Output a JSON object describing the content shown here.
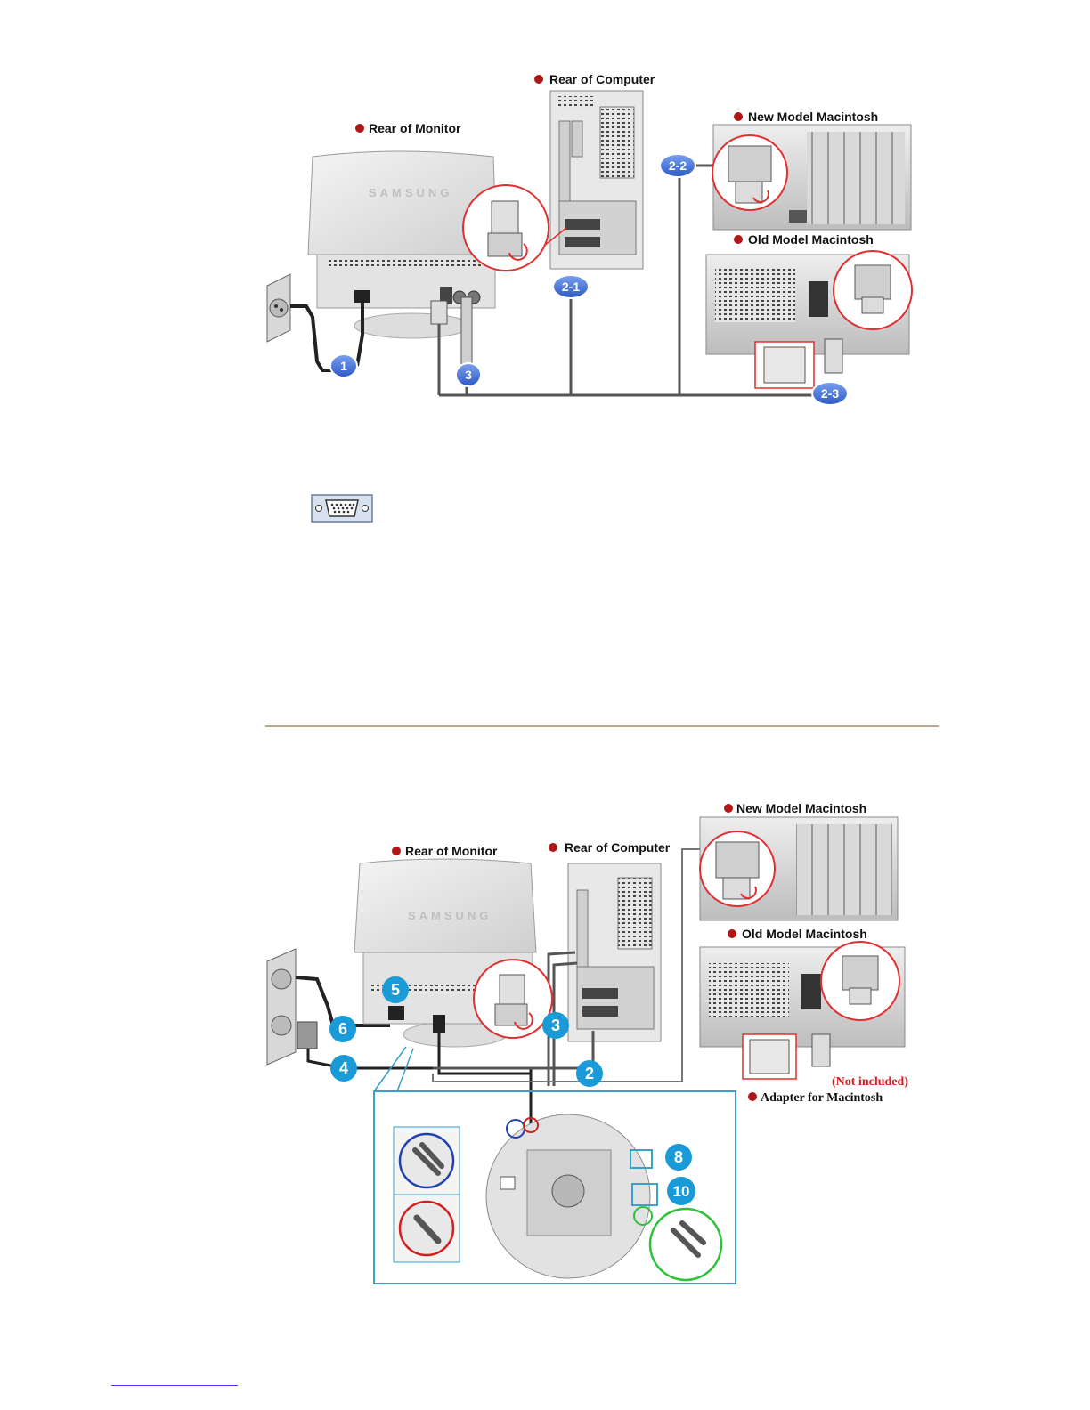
{
  "figure1": {
    "labels": {
      "rear_of_monitor": "Rear of Monitor",
      "rear_of_computer": "Rear of Computer",
      "new_mac": "New Model Macintosh",
      "old_mac": "Old Model Macintosh"
    },
    "brand": "SAMSUNG",
    "callouts": [
      "1",
      "2-1",
      "2-2",
      "2-3",
      "3"
    ]
  },
  "figure2": {
    "labels": {
      "rear_of_monitor": "Rear of Monitor",
      "rear_of_computer": "Rear of Computer",
      "new_mac": "New Model Macintosh",
      "old_mac": "Old Model Macintosh",
      "not_included": "(Not included)",
      "adapter": "Adapter for Macintosh"
    },
    "brand": "SAMSUNG",
    "callouts": [
      "2",
      "3",
      "4",
      "5",
      "6",
      "8",
      "10"
    ]
  },
  "colors": {
    "label_bullet": "#b01818",
    "badge_fig1": "#3f6fd6",
    "badge_fig2": "#1a9ad6",
    "divider": "#b9a98a",
    "inset_frame": "#3aa0cc",
    "zoom_ring": "#e03030",
    "not_included_text": "#d02020"
  },
  "icons": [
    "vga-port-icon",
    "power-outlet-icon",
    "vga-plug-icon",
    "audio-plug-icon"
  ]
}
